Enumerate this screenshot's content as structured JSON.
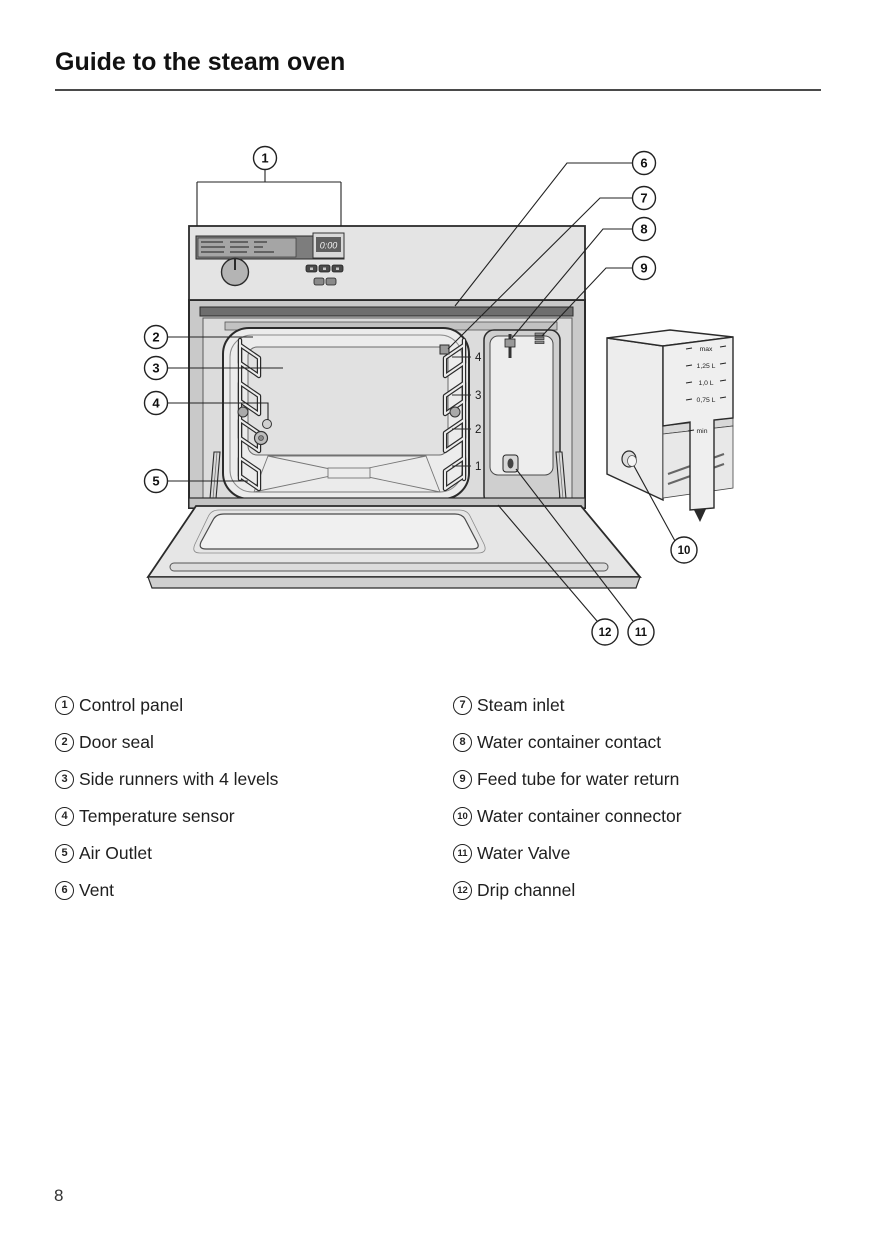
{
  "page": {
    "title": "Guide to the steam oven",
    "page_number": "8"
  },
  "diagram": {
    "display_value": "0:00",
    "shelf_levels": [
      "4",
      "3",
      "2",
      "1"
    ],
    "container_marks": [
      "max",
      "1,25 L",
      "1,0 L",
      "0,75 L",
      "min"
    ],
    "callouts": [
      "1",
      "2",
      "3",
      "4",
      "5",
      "6",
      "7",
      "8",
      "9",
      "10",
      "11",
      "12"
    ]
  },
  "legend": {
    "columns": [
      {
        "items": [
          {
            "num": "1",
            "label": "Control panel"
          },
          {
            "num": "2",
            "label": "Door seal"
          },
          {
            "num": "3",
            "label": "Side runners with 4 levels"
          },
          {
            "num": "4",
            "label": "Temperature sensor"
          },
          {
            "num": "5",
            "label": "Air Outlet"
          },
          {
            "num": "6",
            "label": "Vent"
          }
        ]
      },
      {
        "items": [
          {
            "num": "7",
            "label": "Steam inlet"
          },
          {
            "num": "8",
            "label": "Water container contact"
          },
          {
            "num": "9",
            "label": "Feed tube for water return"
          },
          {
            "num": "10",
            "label": "Water container connector"
          },
          {
            "num": "11",
            "label": "Water Valve"
          },
          {
            "num": "12",
            "label": "Drip channel"
          }
        ]
      }
    ]
  }
}
